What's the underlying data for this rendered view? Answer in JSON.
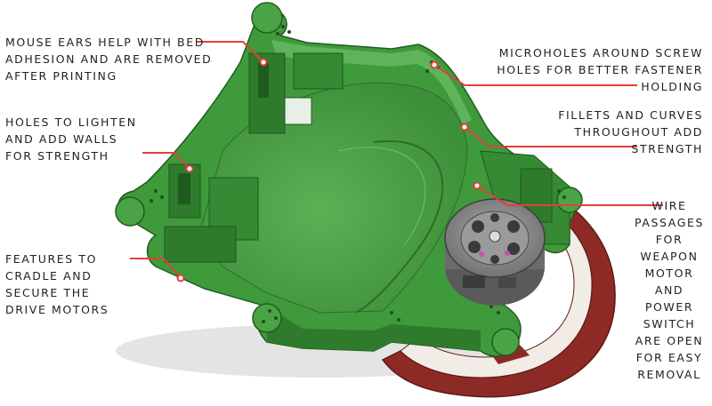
{
  "colors": {
    "body_green": "#3f9a3c",
    "body_dark": "#2e7b2c",
    "body_light": "#5fb35a",
    "floor_green": "#4ea548",
    "weapon_red": "#8e2a26",
    "weapon_light": "#f1ece6",
    "motor_gray": "#8f8f8f",
    "callout_red": "#e0403a",
    "text": "#222222"
  },
  "callouts": [
    {
      "id": "mouse-ears",
      "text": "MOUSE EARS HELP WITH BED\nADHESION AND ARE REMOVED\nAFTER PRINTING"
    },
    {
      "id": "holes-lighten",
      "text": "HOLES TO LIGHTEN\nAND ADD WALLS\nFOR STRENGTH"
    },
    {
      "id": "cradle-motors",
      "text": "FEATURES TO\nCRADLE AND\nSECURE THE\nDRIVE MOTORS"
    },
    {
      "id": "microholes",
      "text": "MICROHOLES AROUND SCREW\nHOLES FOR BETTER FASTENER\nHOLDING"
    },
    {
      "id": "fillets",
      "text": "FILLETS AND CURVES\nTHROUGHOUT ADD\nSTRENGTH"
    },
    {
      "id": "wire-passages",
      "text": "WIRE\nPASSAGES\nFOR\nWEAPON\nMOTOR AND\nPOWER\nSWITCH\nARE OPEN\nFOR EASY\nREMOVAL"
    }
  ]
}
